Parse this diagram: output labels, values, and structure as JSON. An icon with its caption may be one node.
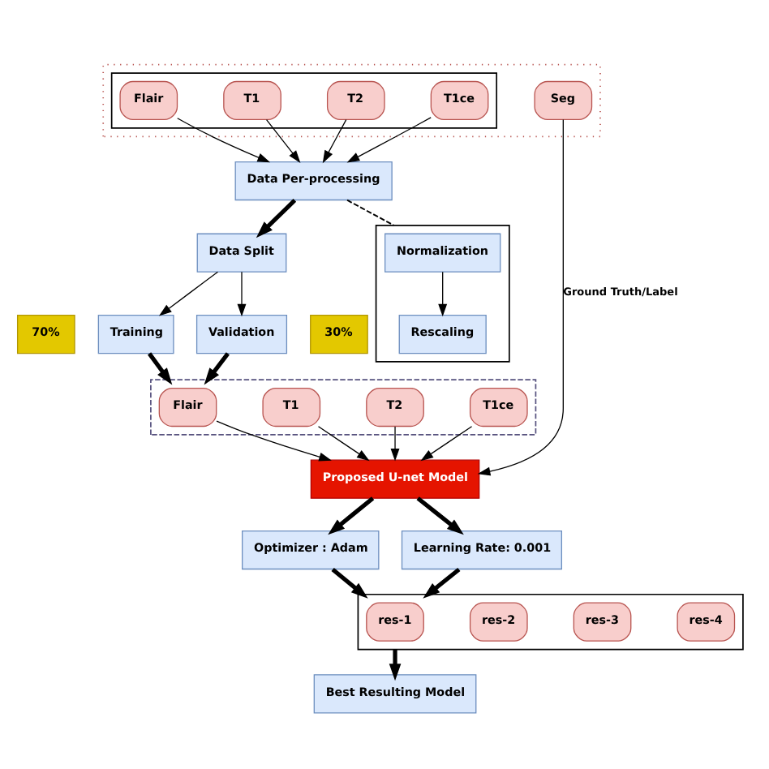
{
  "diagram": {
    "nodes": [
      {
        "text": [],
        "shape": "box"
      },
      {
        "text": [],
        "shape": "box",
        "in": 0
      },
      {
        "text": [
          "Flair"
        ],
        "in": 1
      },
      {
        "text": [
          "T1"
        ],
        "in": 1
      },
      {
        "text": [
          "T2"
        ],
        "in": 1
      },
      {
        "text": [
          "T1ce"
        ],
        "in": 1
      },
      {
        "text": [
          "Seg"
        ],
        "in": 0
      },
      {
        "text": [
          "Data Per-processing"
        ]
      },
      {
        "text": [],
        "shape": "box"
      },
      {
        "text": [
          "Normalization"
        ],
        "in": 8
      },
      {
        "text": [
          "Rescaling"
        ],
        "in": 8
      },
      {
        "text": [
          "Data Split"
        ]
      },
      {
        "text": [
          "Training"
        ],
        "beside": [
          "70%"
        ]
      },
      {
        "text": [
          "Validation"
        ],
        "beside": [
          "30%"
        ]
      },
      {
        "text": [],
        "shape": "box"
      },
      {
        "text": [
          "Flair"
        ],
        "in": 14
      },
      {
        "text": [
          "T1"
        ],
        "in": 14
      },
      {
        "text": [
          "T2"
        ],
        "in": 14
      },
      {
        "text": [
          "T1ce"
        ],
        "in": 14
      },
      {
        "text": [
          "Proposed U-net Model"
        ]
      },
      {
        "text": [
          "Optimizer : Adam"
        ]
      },
      {
        "text": [
          "Learning Rate: 0.001"
        ]
      },
      {
        "text": [],
        "shape": "box"
      },
      {
        "text": [
          "res-1"
        ],
        "in": 22
      },
      {
        "text": [
          "res-2"
        ],
        "in": 22
      },
      {
        "text": [
          "res-3"
        ],
        "in": 22
      },
      {
        "text": [
          "res-4"
        ],
        "in": 22
      },
      {
        "text": [
          "Best Resulting Model"
        ]
      }
    ],
    "edges": [
      {
        "from": 2,
        "to": 7,
        "arrow": "to"
      },
      {
        "from": 3,
        "to": 7,
        "arrow": "to"
      },
      {
        "from": 4,
        "to": 7,
        "arrow": "to"
      },
      {
        "from": 5,
        "to": 7,
        "arrow": "to"
      },
      {
        "from": 7,
        "to": 8,
        "arrow": "none",
        "style": "dashed"
      },
      {
        "from": 9,
        "to": 10,
        "arrow": "to"
      },
      {
        "from": 7,
        "to": 11,
        "arrow": "to",
        "style": "thick"
      },
      {
        "from": 11,
        "to": 12,
        "arrow": "to"
      },
      {
        "from": 11,
        "to": 13,
        "arrow": "to"
      },
      {
        "from": 12,
        "to": 14,
        "arrow": "to",
        "style": "thick"
      },
      {
        "from": 13,
        "to": 14,
        "arrow": "to",
        "style": "thick"
      },
      {
        "from": 15,
        "to": 19,
        "arrow": "to"
      },
      {
        "from": 16,
        "to": 19,
        "arrow": "to"
      },
      {
        "from": 17,
        "to": 19,
        "arrow": "to"
      },
      {
        "from": 18,
        "to": 19,
        "arrow": "to"
      },
      {
        "from": 6,
        "to": 19,
        "arrow": "to",
        "label": "Ground Truth/Label"
      },
      {
        "from": 19,
        "to": 20,
        "arrow": "to",
        "style": "thick"
      },
      {
        "from": 19,
        "to": 21,
        "arrow": "to",
        "style": "thick"
      },
      {
        "from": 20,
        "to": 22,
        "arrow": "to",
        "style": "thick"
      },
      {
        "from": 21,
        "to": 22,
        "arrow": "to",
        "style": "thick"
      },
      {
        "from": 22,
        "to": 27,
        "arrow": "to",
        "style": "thick"
      }
    ]
  }
}
